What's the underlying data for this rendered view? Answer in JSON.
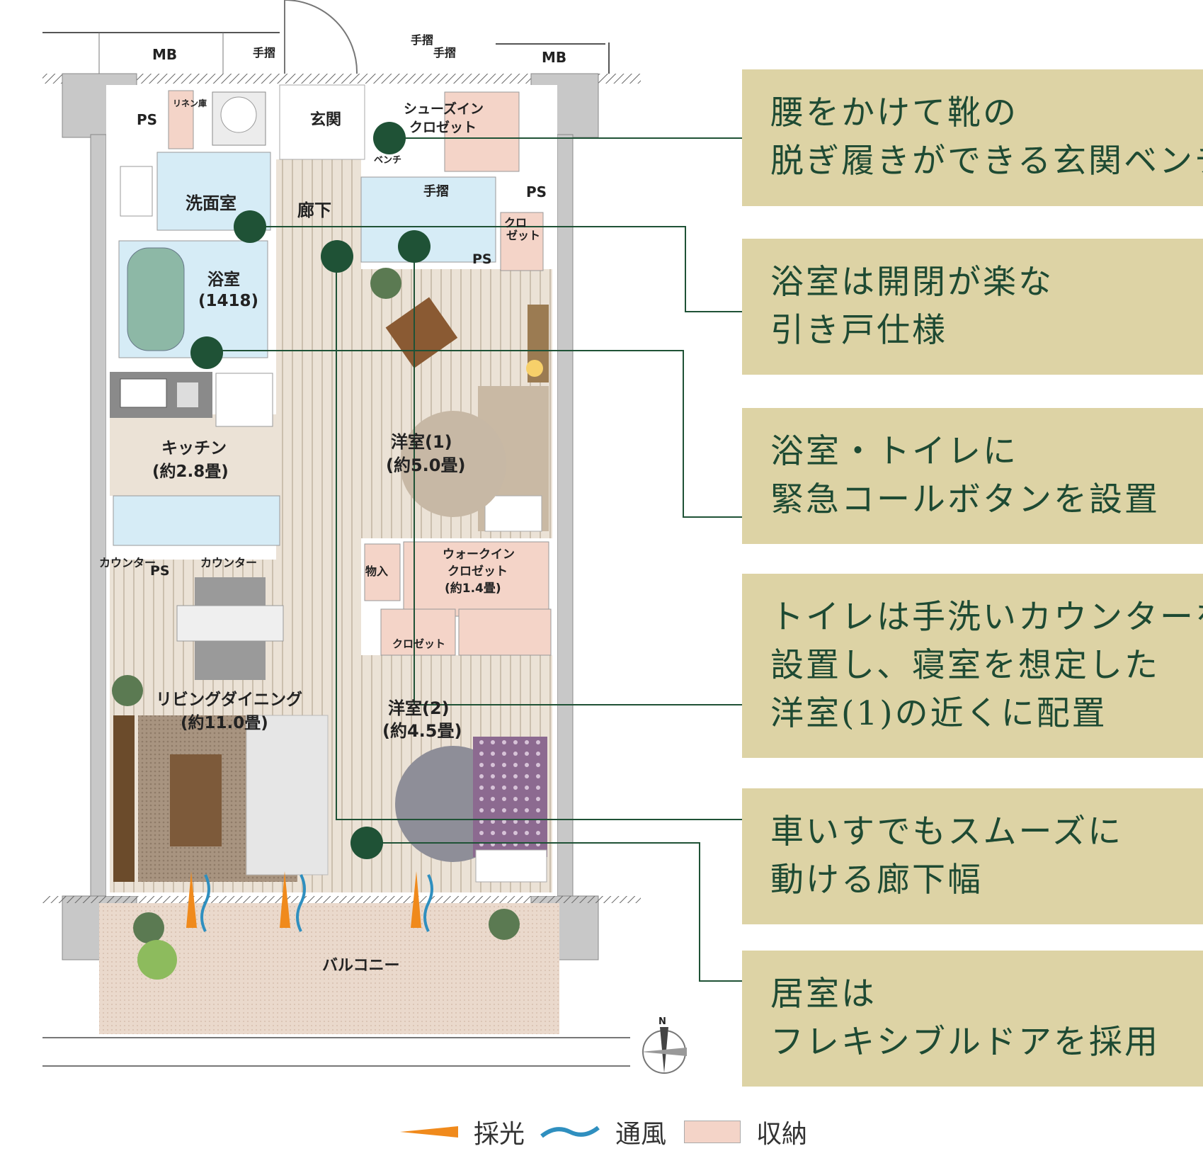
{
  "plan": {
    "rooms": {
      "mb_left": "MB",
      "mb_right": "MB",
      "handrail_top_left": "手摺",
      "handrail_top_mid1": "手摺",
      "handrail_top_mid2": "手摺",
      "ps_top_left": "PS",
      "linen": "リネン庫",
      "genkan": "玄関",
      "shoes_in_closet_1": "シューズイン",
      "shoes_in_closet_2": "クロゼット",
      "bench": "ベンチ",
      "washroom": "洗面室",
      "corridor": "廊下",
      "toilet_handrail": "手摺",
      "ps_right": "PS",
      "closet_small_1": "クロ",
      "closet_small_2": "ゼット",
      "ps_toilet": "PS",
      "bath": "浴室",
      "bath_size": "(1418)",
      "kitchen": "キッチン",
      "kitchen_size": "(約2.8畳)",
      "western1": "洋室(1)",
      "western1_size": "(約5.0畳)",
      "counter_left": "カウンター",
      "ps_kitchen": "PS",
      "counter_right": "カウンター",
      "storage": "物入",
      "wic_1": "ウォークイン",
      "wic_2": "クロゼット",
      "wic_size": "(約1.4畳)",
      "closet_bottom": "クロゼット",
      "ldk": "リビングダイニング",
      "ldk_size": "(約11.0畳)",
      "western2": "洋室(2)",
      "western2_size": "(約4.5畳)",
      "balcony": "バルコニー",
      "compass_n": "N"
    }
  },
  "features": [
    {
      "lines": [
        "腰をかけて靴の",
        "脱ぎ履きができる玄関ベンチ"
      ]
    },
    {
      "lines": [
        "浴室は開閉が楽な",
        "引き戸仕様"
      ]
    },
    {
      "lines": [
        "浴室・トイレに",
        "緊急コールボタンを設置"
      ]
    },
    {
      "lines": [
        "トイレは手洗いカウンターを",
        "設置し、寝室を想定した",
        "洋室(1)の近くに配置"
      ]
    },
    {
      "lines": [
        "車いすでもスムーズに",
        "動ける廊下幅"
      ]
    },
    {
      "lines": [
        "居室は",
        "フレキシブルドアを採用"
      ]
    }
  ],
  "legend": {
    "light": "採光",
    "wind": "通風",
    "storage": "収納"
  },
  "colors": {
    "panel_bg": "#ddd3a5",
    "panel_text": "#1e4a33",
    "marker": "#1f5236",
    "wall": "#c8c8c8",
    "storage": "#f4d4c8",
    "wet_area": "#d6ecf6",
    "floor": "#e8ddd0",
    "light_arrow": "#f08a1c",
    "wind_wave": "#2f8fbf"
  }
}
